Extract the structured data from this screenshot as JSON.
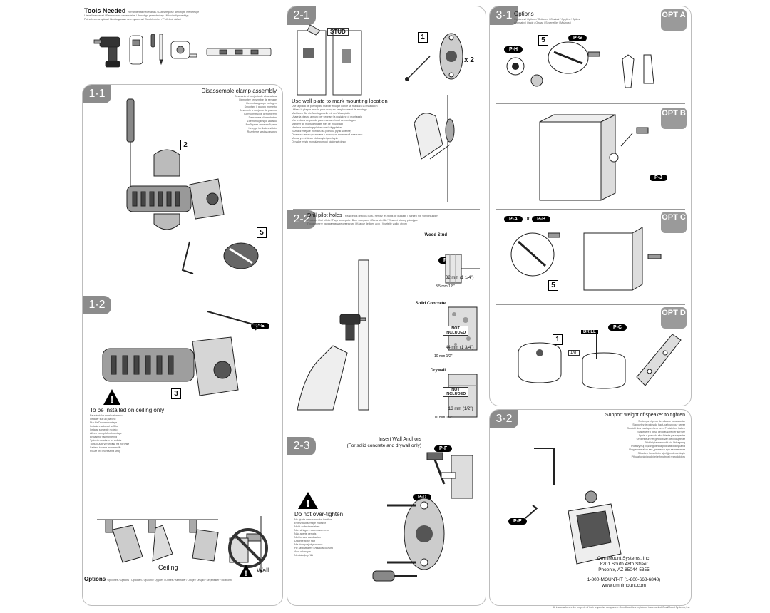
{
  "tools": {
    "title": "Tools Needed",
    "subtitle": "Herramientas necesarias / Outils requis / Benötigte Werkzeuge",
    "lines": [
      "Utensili necessari / Ferramentas necessárias / Benodigd gereedschap / Nödvändiga verktyg",
      "Potrzebne narzędzia / Необходимые инструменты / Gerekli aletler / Potřebné nářadí"
    ]
  },
  "step_1_1": {
    "badge": "1-1",
    "title": "Disassemble clamp assembly",
    "lines": [
      "Desmonte el conjunto de abrazadera",
      "Démontez l'ensemble de serrage",
      "Klemmbaugruppe zerlegen",
      "Smontare il gruppo morsetto",
      "Desmonte o conjunto de grampo",
      "Klemconstructie demonteren",
      "Demontera klämenheten",
      "Zdemontuj zespół zacisku",
      "Разберите зажимной узел",
      "Kelepçe tertibatını sökün",
      "Rozeberte sestavu svorky"
    ],
    "callouts": [
      "2",
      "5"
    ]
  },
  "step_1_2": {
    "badge": "1-2",
    "tag": "P-E",
    "callout": "3",
    "warning_title": "To be installed on ceiling only",
    "warning_lines": [
      "Para instalar en el cielorraso",
      "Installer sur un plafond",
      "Nur für Deckenmontage",
      "Installare solo sul soffitto",
      "Instalar somente no teto",
      "Alleen voor plafondmontage",
      "Endast för takmontering",
      "Tylko do montażu na suficie",
      "Только для установки на потолке",
      "Sadece tavana monte edilir",
      "Pouze pro montáž na strop"
    ],
    "ceiling_label": "Ceiling",
    "wall_label": "Wall"
  },
  "options_footer": {
    "title": "Options",
    "text": "Opciones / Options / Optionen / Opzioni / Opções / Opties / Alternativ / Opcje / Опции / Seçenekler / Možnosti"
  },
  "step_2_1": {
    "badge": "2-1",
    "stud_label": "STUD",
    "callout": "1",
    "count": "x 2",
    "title": "Use wall plate to mark mounting location",
    "lines": [
      "Use la placa de pared para marcar el lugar donde se realizará la instalación",
      "Utilisez la plaque murale pour marquer l'emplacement de montage",
      "Markieren Sie die Montagestelle mit der Wandplatte",
      "Usare la piastra a muro per segnare la posizione di montaggio",
      "Use a placa de parede para marcar o local de montagem",
      "Markeer de montageplaats met de muurplaat",
      "Markera monteringsplatsen med väggplattan",
      "Zaznacz miejsce montażu za pomocą płytki ściennej",
      "Отметьте место установки с помощью настенной пластины",
      "Montaj yerini duvar plakasıyla işaretleyin",
      "Označte místo montáže pomocí nástěnné desky"
    ]
  },
  "step_2_2": {
    "badge": "2-2",
    "title": "Drill pilot holes",
    "subtitle": "/ Realice los orificios guía / Percez les trous de guidage / Bohren Sie Vorbohrungen",
    "lines": [
      "Praticare i fori pilota / Faça furos-guia / Boor voorgaten / Borra styrhål / Wywierć otwory pilotujące",
      "Просверлите направляющие отверстия / Kılavuz delikleri açın / Vyvrtejte vodicí otvory"
    ],
    "wood_stud": {
      "title": "Wood Stud",
      "tag": "P-I",
      "depth": "32 mm (1 1/4\")",
      "bit": "3.5 mm 1/8\""
    },
    "solid_concrete": {
      "title": "Solid Concrete",
      "not_included": "NOT INCLUDED",
      "depth": "44 mm (1 3/4\")",
      "bit": "10 mm 1/2\""
    },
    "drywall": {
      "title": "Drywall",
      "not_included": "NOT INCLUDED",
      "depth": "13 mm (1/2\")",
      "bit": "10 mm 1/2\""
    }
  },
  "step_2_3": {
    "badge": "2-3",
    "title": "Insert Wall Anchors",
    "subtitle": "(For solid concrete and drywall only)",
    "tag_anchor": "P-F",
    "tag_screw": "P-D",
    "warning_title": "Do not over-tighten",
    "warning_lines": [
      "No ajuste demasiado los tornillos",
      "Évitez tout serrage excessif",
      "Nicht zu fest anziehen",
      "Non stringere eccessivamente",
      "Não aperte demais",
      "Niet te vast aandraaien",
      "Dra inte åt för hårt",
      "Nie dokręcaj zbyt mocno",
      "Не затягивайте слишком сильно",
      "Aşırı sıkmayın",
      "Neutahujte příliš"
    ]
  },
  "step_3_1": {
    "badge": "3-1",
    "title": "Options",
    "lines": [
      "Opciones / Options / Optionen / Opzioni / Opções / Opties",
      "Alternativ / Opcje / Опции / Seçenekler / Možnosti"
    ],
    "opt_a": {
      "label": "OPT A",
      "tags": [
        "P-H",
        "P-G"
      ],
      "callout": "5"
    },
    "opt_b": {
      "label": "OPT B",
      "tags": [
        "P-J"
      ]
    },
    "opt_c": {
      "label": "OPT C",
      "tags": [
        "P-A",
        "P-B"
      ],
      "or": "or",
      "callout": "5"
    },
    "opt_d": {
      "label": "OPT D",
      "tags": [
        "P-C"
      ],
      "callout": "1",
      "drill": "DRILL",
      "bit": "1/8\""
    }
  },
  "step_3_2": {
    "badge": "3-2",
    "title": "Support weight of speaker to tighten",
    "lines": [
      "Sostenga el peso del altavoz para ajustar",
      "Supportez le poids du haut-parleur pour serrer",
      "Gewicht des Lautsprechers beim Festziehen halten",
      "Sostenere il peso del diffusore per serrare",
      "Apoie o peso do alto-falante para apertar",
      "Ondersteun het gewicht van de luidspreker",
      "Stöd högtalarens vikt vid åtdragning",
      "Podtrzymuj ciężar głośnika podczas dokręcania",
      "Поддерживайте вес динамика при затягивании",
      "Sıkarken hoparlörün ağırlığını destekleyin",
      "Při utahování podpírejte hmotnost reproduktoru"
    ],
    "tag": "P-E"
  },
  "company": {
    "name": "OmniMount Systems, Inc.",
    "street": "8201 South 48th Street",
    "city": "Phoenix, AZ 85044-5355",
    "phone": "1-800-MOUNT-IT (1-800-668-6848)",
    "web": "www.omnimount.com",
    "footer": "All trademarks are the property of their respective companies. OmniMount is a registered trademark of OmniMount Systems, Inc."
  },
  "colors": {
    "badge": "#8c8c8c",
    "border": "#bdbdbd",
    "tag": "#000000"
  }
}
